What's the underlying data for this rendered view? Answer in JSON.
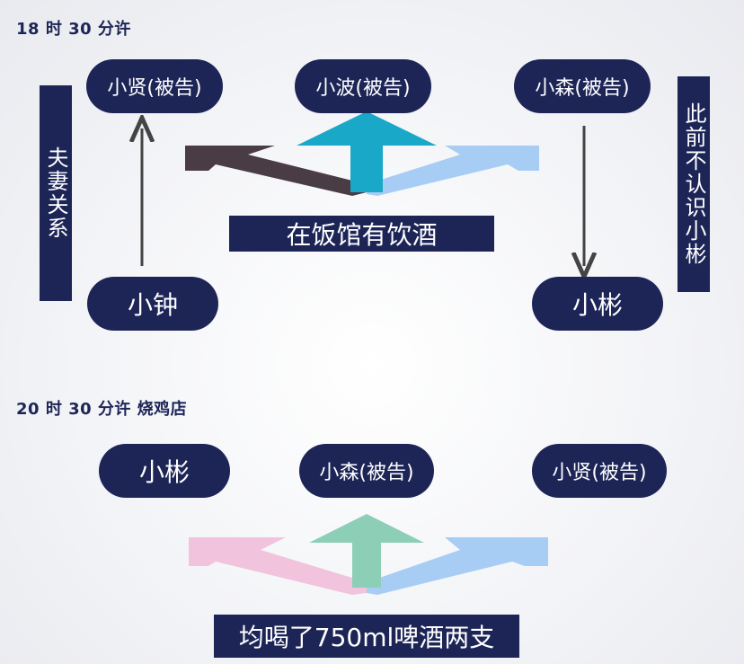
{
  "scene1": {
    "time": "18 时 30 分许",
    "xiaoxian": "小贤(被告)",
    "xiaobo": "小波(被告)",
    "xiaosen": "小森(被告)",
    "xiaozhong": "小钟",
    "xiaobin": "小彬",
    "spouse_label": "夫妻关系",
    "stranger_label": "此前不认识小彬",
    "event": "在饭馆有饮酒"
  },
  "scene2": {
    "time": "20 时 30 分许 烧鸡店",
    "xiaobin": "小彬",
    "xiaosen": "小森(被告)",
    "xiaoxian": "小贤(被告)",
    "event": "均喝了750ml啤酒两支"
  },
  "colors": {
    "navy": "#1d2557",
    "arrow_dark": "#4a3c45",
    "arrow_cyan": "#1aa8c8",
    "arrow_lightblue": "#a8cdf4",
    "arrow_pink": "#f2c3dc",
    "arrow_green": "#8dcfb6",
    "arrow_gray": "#444444"
  }
}
